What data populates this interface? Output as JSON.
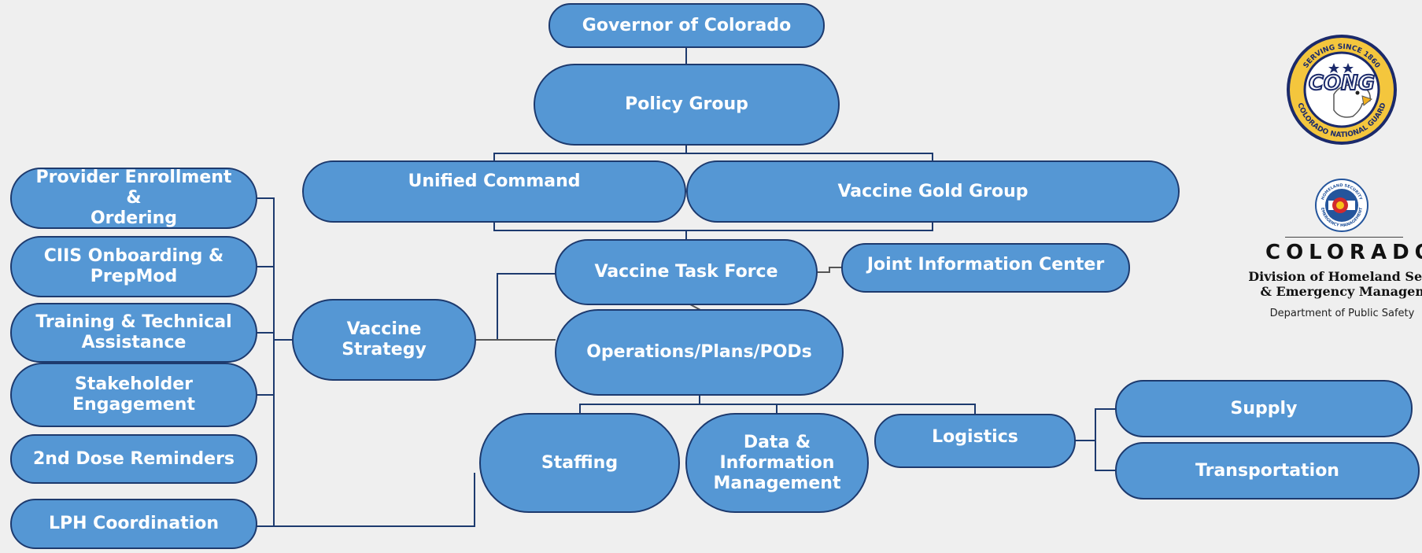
{
  "colors": {
    "node_fill": "#5597d4",
    "node_border": "#1d3a6e",
    "connector": "#1d3a6e",
    "connector_grey": "#555555",
    "background": "#efefef"
  },
  "nodes": {
    "governor": "Governor of Colorado",
    "policy_group": "Policy Group",
    "unified_command": "Unified Command",
    "vaccine_gold_group": "Vaccine Gold Group",
    "vaccine_task_force": "Vaccine Task Force",
    "joint_information_center": "Joint Information Center",
    "operations_plans_pods": "Operations/Plans/PODs",
    "vaccine_strategy": "Vaccine\nStrategy",
    "provider_enrollment": "Provider Enrollment &\nOrdering",
    "ciis_onboarding": "CIIS Onboarding &\nPrepMod",
    "training_assistance": "Training & Technical\nAssistance",
    "stakeholder_engagement": "Stakeholder\nEngagement",
    "dose_reminders": "2nd Dose Reminders",
    "lph_coordination": "LPH Coordination",
    "staffing": "Staffing",
    "data_information_management": "Data &\nInformation\nManagement",
    "logistics": "Logistics",
    "supply": "Supply",
    "transportation": "Transportation"
  },
  "logos": {
    "cong_seal": {
      "icon": "colorado-national-guard-eagle-seal",
      "ring_top": "SERVING SINCE 1860",
      "ring_bottom": "COLORADO NATIONAL GUARD",
      "center": "CONG"
    },
    "cdhsem_seal": {
      "icon": "homeland-security-emergency-management-seal",
      "ring_top": "HOMELAND SECURITY",
      "ring_bottom": "EMERGENCY MANAGEMENT"
    },
    "colorado_wordmark": "COLORADO",
    "division_name": "Division of Homeland Security\n& Emergency Management",
    "department": "Department of Public Safety"
  }
}
